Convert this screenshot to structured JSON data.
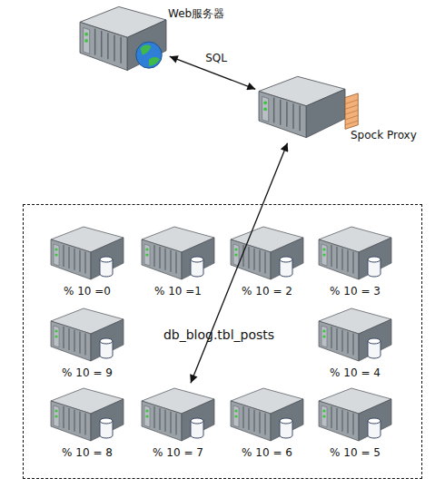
{
  "diagram": {
    "nodes": [
      {
        "text": [
          "Web服务器"
        ]
      },
      {
        "text": [
          "Spock Proxy"
        ]
      },
      {
        "text": [
          "db_blog.tbl_posts"
        ]
      },
      {
        "text": [
          "% 10 =0"
        ],
        "in": 2
      },
      {
        "text": [
          "% 10 =1"
        ],
        "in": 2
      },
      {
        "text": [
          "% 10 = 2"
        ],
        "in": 2
      },
      {
        "text": [
          "% 10 = 3"
        ],
        "in": 2
      },
      {
        "text": [
          "% 10 = 9"
        ],
        "in": 2
      },
      {
        "text": [
          "% 10 = 4"
        ],
        "in": 2
      },
      {
        "text": [
          "% 10 = 8"
        ],
        "in": 2
      },
      {
        "text": [
          "% 10 = 7"
        ],
        "in": 2
      },
      {
        "text": [
          "% 10 = 6"
        ],
        "in": 2
      },
      {
        "text": [
          "% 10 = 5"
        ],
        "in": 2
      }
    ],
    "edges": [
      {
        "from": 0,
        "to": 1,
        "label": "SQL",
        "arrow": "both"
      },
      {
        "from": 1,
        "to": 10,
        "arrow": "both"
      }
    ]
  }
}
